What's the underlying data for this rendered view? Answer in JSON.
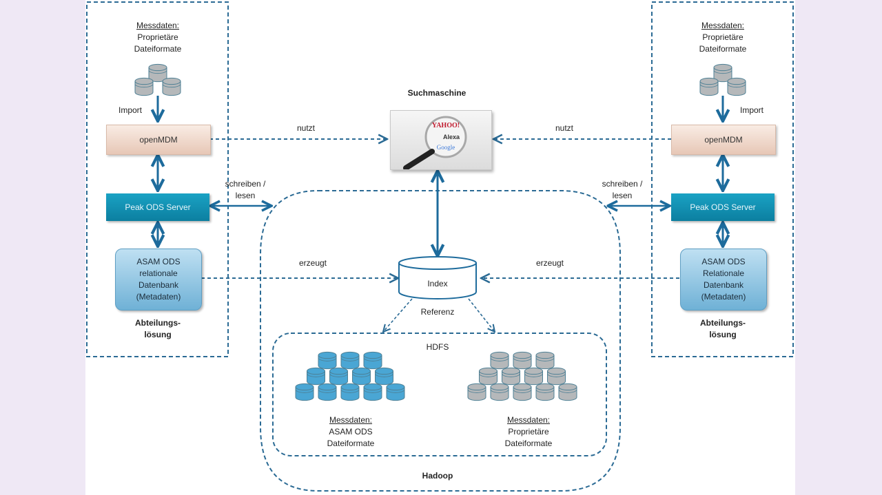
{
  "diagram": {
    "colors": {
      "dashed_line": "#2a6a94",
      "arrow": "#1d6b9c",
      "openmdm_box": "#e7c7b6",
      "peak_server_box": "#138fb3",
      "asam_db_box": "#8cc2e0",
      "db_icon_blue": "#4aa6d4",
      "db_icon_gray": "#b5b8ba",
      "page_background": "#efe8f5"
    },
    "left_panel": {
      "source_title": "Messdaten:",
      "source_lines": [
        "Proprietäre",
        "Dateiformate"
      ],
      "import_label": "Import",
      "openmdm_label": "openMDM",
      "peak_server_label": "Peak ODS Server",
      "asam_db_lines": [
        "ASAM ODS",
        "relationale",
        "Datenbank",
        "(Metadaten)"
      ],
      "footer_lines": [
        "Abteilungs-",
        "lösung"
      ]
    },
    "right_panel": {
      "source_title": "Messdaten:",
      "source_lines": [
        "Proprietäre",
        "Dateiformate"
      ],
      "import_label": "Import",
      "openmdm_label": "openMDM",
      "peak_server_label": "Peak ODS Server",
      "asam_db_lines": [
        "ASAM ODS",
        "Relationale",
        "Datenbank",
        "(Metadaten)"
      ],
      "footer_lines": [
        "Abteilungs-",
        "lösung"
      ]
    },
    "center": {
      "search_engine_title": "Suchmaschine",
      "search_engine_logos": [
        "YAHOO!",
        "Alexa",
        "Google"
      ],
      "index_label": "Index",
      "reference_label": "Referenz",
      "hdfs_label": "HDFS",
      "hadoop_label": "Hadoop",
      "hdfs_left": {
        "title": "Messdaten:",
        "lines": [
          "ASAM ODS",
          "Dateiformate"
        ]
      },
      "hdfs_right": {
        "title": "Messdaten:",
        "lines": [
          "Proprietäre",
          "Dateiformate"
        ]
      }
    },
    "connectors": {
      "uses_left": "nutzt",
      "uses_right": "nutzt",
      "rw_left": [
        "schreiben /",
        "lesen"
      ],
      "rw_right": [
        "schreiben /",
        "lesen"
      ],
      "creates_left": "erzeugt",
      "creates_right": "erzeugt"
    }
  }
}
